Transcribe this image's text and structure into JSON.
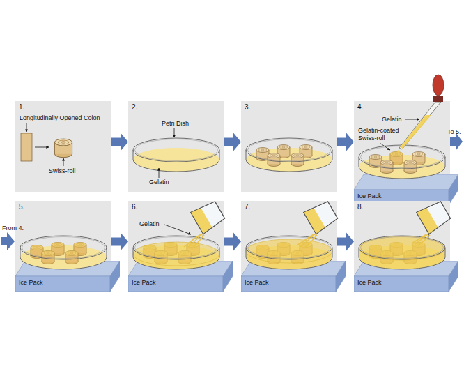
{
  "diagram": {
    "nodes": [
      {
        "text": [
          "1.",
          "Longitudinally Opened Colon",
          "Swiss-roll"
        ]
      },
      {
        "text": [
          "2.",
          "Petri Dish",
          "Gelatin"
        ]
      },
      {
        "text": [
          "3."
        ]
      },
      {
        "text": [
          "4.",
          "Gelatin",
          "Gelatin-coated Swiss-roll"
        ]
      },
      {
        "text": [
          "Ice Pack"
        ],
        "in": 3
      },
      {
        "text": [
          "5."
        ]
      },
      {
        "text": [
          "Ice Pack"
        ],
        "in": 5
      },
      {
        "text": [
          "6.",
          "Gelatin"
        ]
      },
      {
        "text": [
          "Ice Pack"
        ],
        "in": 7
      },
      {
        "text": [
          "7."
        ]
      },
      {
        "text": [
          "Ice Pack"
        ],
        "in": 9
      },
      {
        "text": [
          "8."
        ]
      },
      {
        "text": [
          "Ice Pack"
        ],
        "in": 11
      }
    ],
    "edges": [
      {
        "from": 0,
        "to": 1,
        "arrow": "to"
      },
      {
        "from": 1,
        "to": 2,
        "arrow": "to"
      },
      {
        "from": 2,
        "to": 3,
        "arrow": "to"
      },
      {
        "from": 5,
        "to": 7,
        "arrow": "to"
      },
      {
        "from": 7,
        "to": 9,
        "arrow": "to"
      },
      {
        "from": 9,
        "to": 11,
        "arrow": "to"
      }
    ],
    "labels": [
      "To 5.",
      "From 4."
    ]
  }
}
